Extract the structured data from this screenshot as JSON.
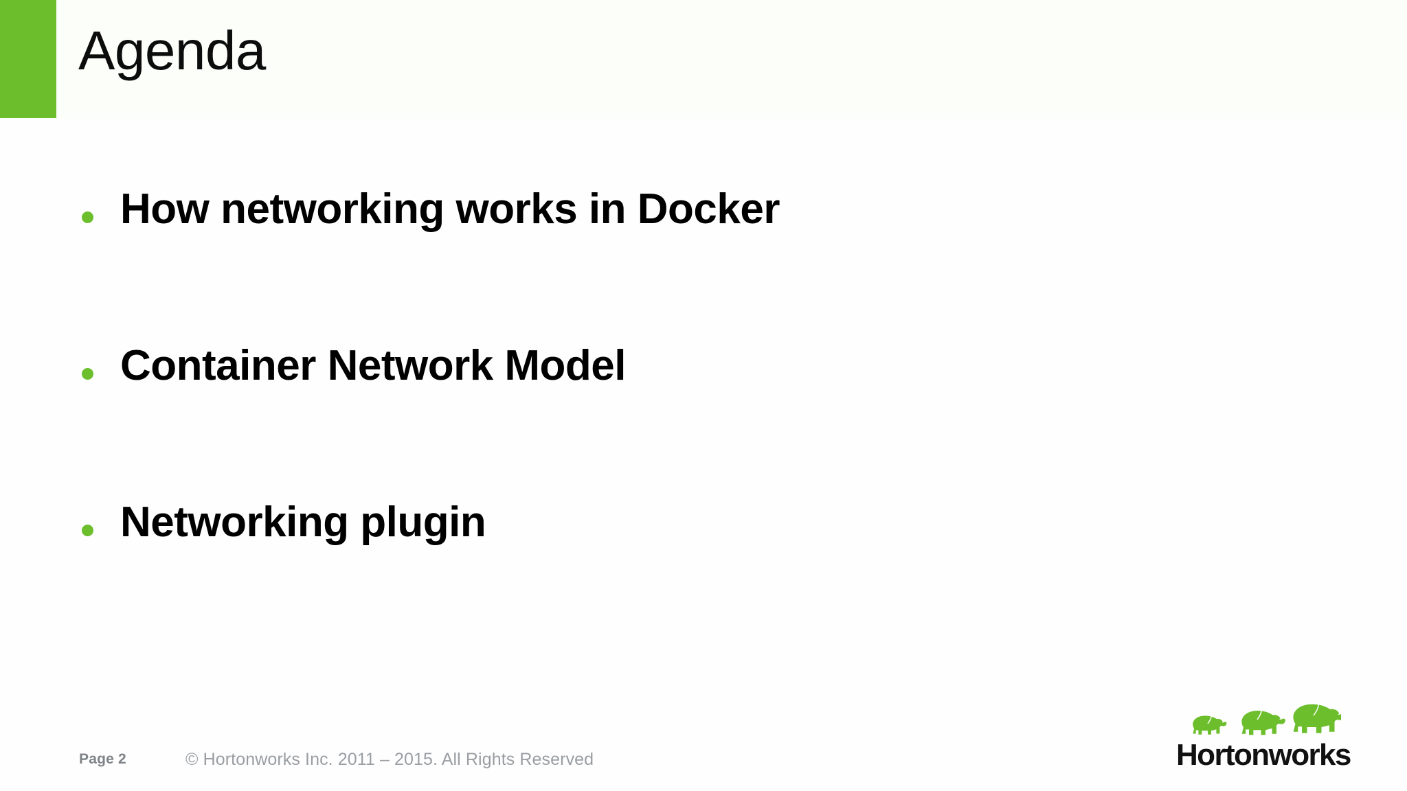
{
  "slide": {
    "title": "Agenda",
    "accent_color": "#6cbe2c",
    "header_bg": "#fcfefa",
    "body_bg": "#fefeff",
    "title_color": "#0c0c0c"
  },
  "bullets": [
    {
      "text": "How networking works in Docker"
    },
    {
      "text": "Container Network Model"
    },
    {
      "text": "Networking plugin"
    }
  ],
  "footer": {
    "page_label": "Page 2",
    "copyright": "© Hortonworks Inc. 2011 – 2015. All Rights Reserved",
    "page_color": "#7e8387",
    "copyright_color": "#9a9ea2"
  },
  "logo": {
    "wordmark": "Hortonworks",
    "elephant_color": "#6cbe2c",
    "wordmark_color": "#111111",
    "elephant_count": 3
  }
}
